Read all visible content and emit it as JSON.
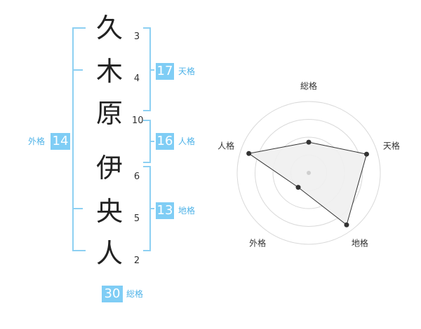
{
  "name_chars": [
    {
      "char": "久",
      "strokes": "3"
    },
    {
      "char": "木",
      "strokes": "4"
    },
    {
      "char": "原",
      "strokes": "10"
    },
    {
      "char": "伊",
      "strokes": "6"
    },
    {
      "char": "央",
      "strokes": "5"
    },
    {
      "char": "人",
      "strokes": "2"
    }
  ],
  "fortunes": {
    "tenkaku": {
      "label": "天格",
      "value": "17"
    },
    "jinkaku": {
      "label": "人格",
      "value": "16"
    },
    "chikaku": {
      "label": "地格",
      "value": "13"
    },
    "gaikaku": {
      "label": "外格",
      "value": "14"
    },
    "soukaku": {
      "label": "総格",
      "value": "30"
    }
  },
  "colors": {
    "accent": "#7fcdf5",
    "accent_text": "#4fb3e8",
    "bracket": "#8dd0f2"
  },
  "chart_data": {
    "type": "radar",
    "axes": [
      "総格",
      "天格",
      "地格",
      "外格",
      "人格"
    ],
    "values": [
      0.43,
      0.85,
      0.9,
      0.25,
      0.88
    ],
    "rings": 4,
    "range": [
      0,
      1
    ]
  }
}
